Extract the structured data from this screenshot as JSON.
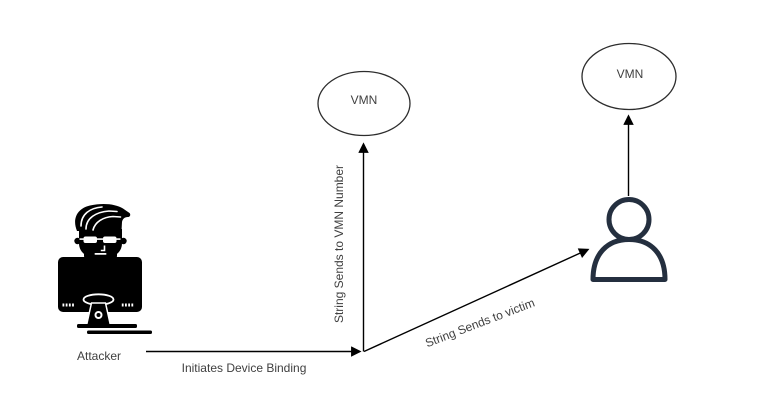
{
  "diagram": {
    "nodes": {
      "attacker": {
        "label": "Attacker",
        "icon": "hacker-computer-icon"
      },
      "vmn_left": {
        "label": "VMN",
        "shape": "ellipse"
      },
      "vmn_right": {
        "label": "VMN",
        "shape": "ellipse"
      },
      "victim": {
        "icon": "person-icon"
      }
    },
    "edges": [
      {
        "label": "Initiates Device Binding",
        "from": "attacker",
        "to": "junction"
      },
      {
        "label": "String Sends to VMN Number",
        "from": "junction",
        "to": "vmn_left"
      },
      {
        "label": "String Sends to victim",
        "from": "junction",
        "to": "victim"
      },
      {
        "label": "",
        "from": "victim",
        "to": "vmn_right"
      }
    ],
    "colors": {
      "background": "#ffffff",
      "edge_line": "#000000",
      "node_stroke": "#2d2d2d",
      "attacker_icon": "#000000",
      "victim_icon": "#242f3f",
      "label_text": "#404040"
    }
  }
}
